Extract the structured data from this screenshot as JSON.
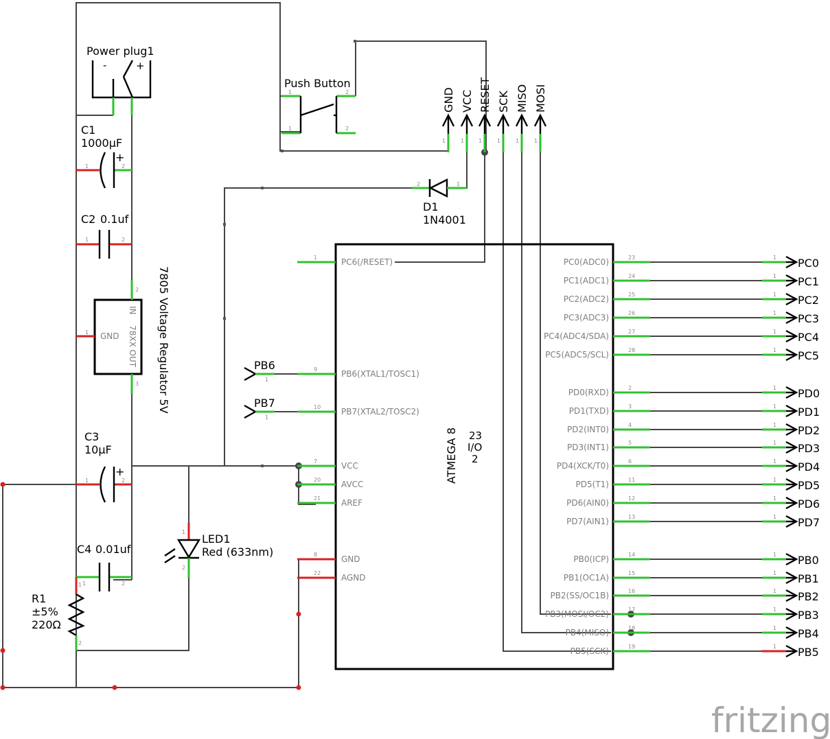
{
  "components": {
    "power_plug": {
      "name": "Power plug1",
      "minus": "-",
      "plus": "+"
    },
    "c1": {
      "name": "C1",
      "value": "1000µF",
      "plus": "+"
    },
    "c2": {
      "name": "C2",
      "value": "0.1uf"
    },
    "regulator": {
      "name": "7805 Voltage Regulator 5V",
      "pin_in": "IN",
      "pin_gnd": "GND",
      "pin_out": "78XX OUT"
    },
    "c3": {
      "name": "C3",
      "value": "10µF",
      "plus": "+"
    },
    "c4": {
      "name": "C4",
      "value": "0.01uf"
    },
    "r1": {
      "name": "R1",
      "tolerance": "±5%",
      "value": "220Ω"
    },
    "led1": {
      "name": "LED1",
      "value": "Red (633nm)"
    },
    "push_button": {
      "name": "Push Button"
    },
    "d1": {
      "name": "D1",
      "value": "1N4001"
    },
    "mcu": {
      "name": "ATMEGA 8",
      "io_count": "23",
      "io_label": "I/O",
      "io_sub": "2"
    }
  },
  "header_pins": [
    "GND",
    "VCC",
    "RESET",
    "SCK",
    "MISO",
    "MOSI"
  ],
  "mcu_left_pins": [
    {
      "no": "1",
      "label": "PC6(/RESET)"
    },
    {
      "no": "9",
      "label": "PB6(XTAL1/TOSC1)"
    },
    {
      "no": "10",
      "label": "PB7(XTAL2/TOSC2)"
    },
    {
      "no": "7",
      "label": "VCC"
    },
    {
      "no": "20",
      "label": "AVCC"
    },
    {
      "no": "21",
      "label": "AREF"
    },
    {
      "no": "8",
      "label": "GND"
    },
    {
      "no": "22",
      "label": "AGND"
    }
  ],
  "mcu_right_pins": [
    {
      "no": "23",
      "label": "PC0(ADC0)",
      "net": "PC0"
    },
    {
      "no": "24",
      "label": "PC1(ADC1)",
      "net": "PC1"
    },
    {
      "no": "25",
      "label": "PC2(ADC2)",
      "net": "PC2"
    },
    {
      "no": "26",
      "label": "PC3(ADC3)",
      "net": "PC3"
    },
    {
      "no": "27",
      "label": "PC4(ADC4/SDA)",
      "net": "PC4"
    },
    {
      "no": "28",
      "label": "PC5(ADC5/SCL)",
      "net": "PC5"
    },
    {
      "no": "2",
      "label": "PD0(RXD)",
      "net": "PD0"
    },
    {
      "no": "3",
      "label": "PD1(TXD)",
      "net": "PD1"
    },
    {
      "no": "4",
      "label": "PD2(INT0)",
      "net": "PD2"
    },
    {
      "no": "5",
      "label": "PD3(INT1)",
      "net": "PD3"
    },
    {
      "no": "6",
      "label": "PD4(XCK/T0)",
      "net": "PD4"
    },
    {
      "no": "11",
      "label": "PD5(T1)",
      "net": "PD5"
    },
    {
      "no": "12",
      "label": "PD6(AIN0)",
      "net": "PD6"
    },
    {
      "no": "13",
      "label": "PD7(AIN1)",
      "net": "PD7"
    },
    {
      "no": "14",
      "label": "PB0(ICP)",
      "net": "PB0"
    },
    {
      "no": "15",
      "label": "PB1(OC1A)",
      "net": "PB1"
    },
    {
      "no": "16",
      "label": "PB2(SS/OC1B)",
      "net": "PB2"
    },
    {
      "no": "17",
      "label": "PB3(MOSI/OC2)",
      "net": "PB3"
    },
    {
      "no": "18",
      "label": "PB4(MISO)",
      "net": "PB4"
    },
    {
      "no": "19",
      "label": "PB5(SCK)",
      "net": "PB5"
    }
  ],
  "input_nets": [
    "PB6",
    "PB7"
  ],
  "logo": "fritzing",
  "colors": {
    "wire": "#444444",
    "pin_connected": "#2fc12f",
    "pin_unconnected": "#d82222",
    "logo": "#a7a7a7"
  }
}
